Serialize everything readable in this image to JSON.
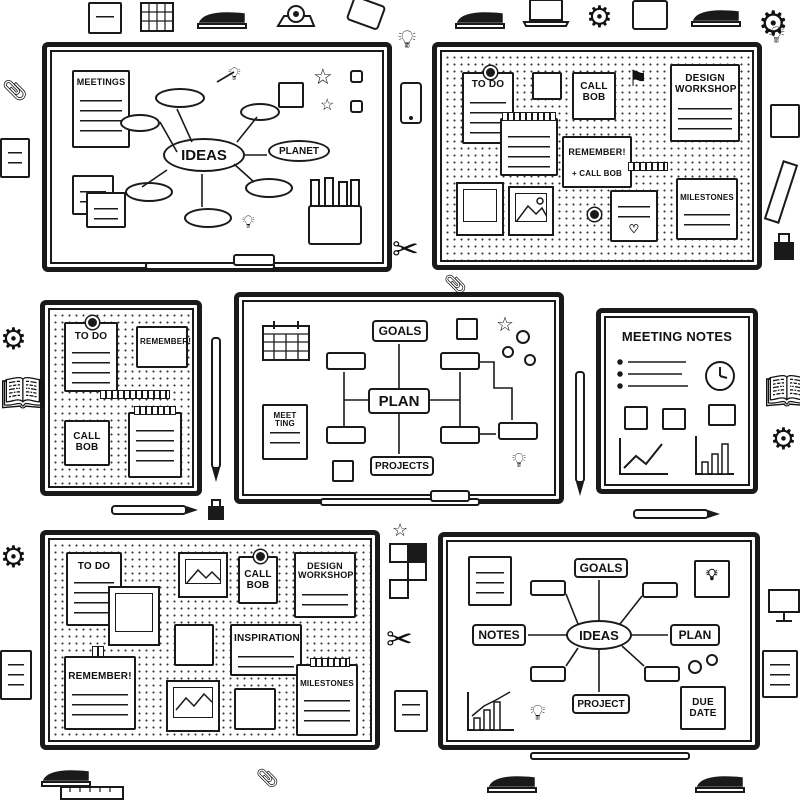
{
  "board_top_left": {
    "meetings": "MEETINGS",
    "hub": "IDEAS",
    "planet": "PLANET"
  },
  "board_top_right": {
    "todo": "TO DO",
    "call_bob": "CALL BOB",
    "design_workshop": "DESIGN WORKSHOP",
    "remember": "REMEMBER!",
    "call_bob_line": "+ CALL BOB",
    "milestones": "MILESTONES"
  },
  "board_mid_left": {
    "todo": "TO DO",
    "remember": "REMEMBER!",
    "call_bob": "CALL BOB"
  },
  "board_center": {
    "goals": "GOALS",
    "hub": "PLAN",
    "meeting": "MEET TING",
    "projects": "PROJECTS"
  },
  "board_mid_right": {
    "title": "MEETING NOTES"
  },
  "board_bottom_left": {
    "todo": "TO DO",
    "call_bob": "CALL BOB",
    "design_workshop": "DESIGN WORKSHOP",
    "inspiration": "INSPIRATION",
    "remember": "REMEMBER!",
    "milestones": "MILESTONES"
  },
  "board_bottom_right": {
    "goals": "GOALS",
    "notes": "NOTES",
    "hub": "IDEAS",
    "plan": "PLAN",
    "project": "PROJECT",
    "due_date": "DUE DATE"
  }
}
